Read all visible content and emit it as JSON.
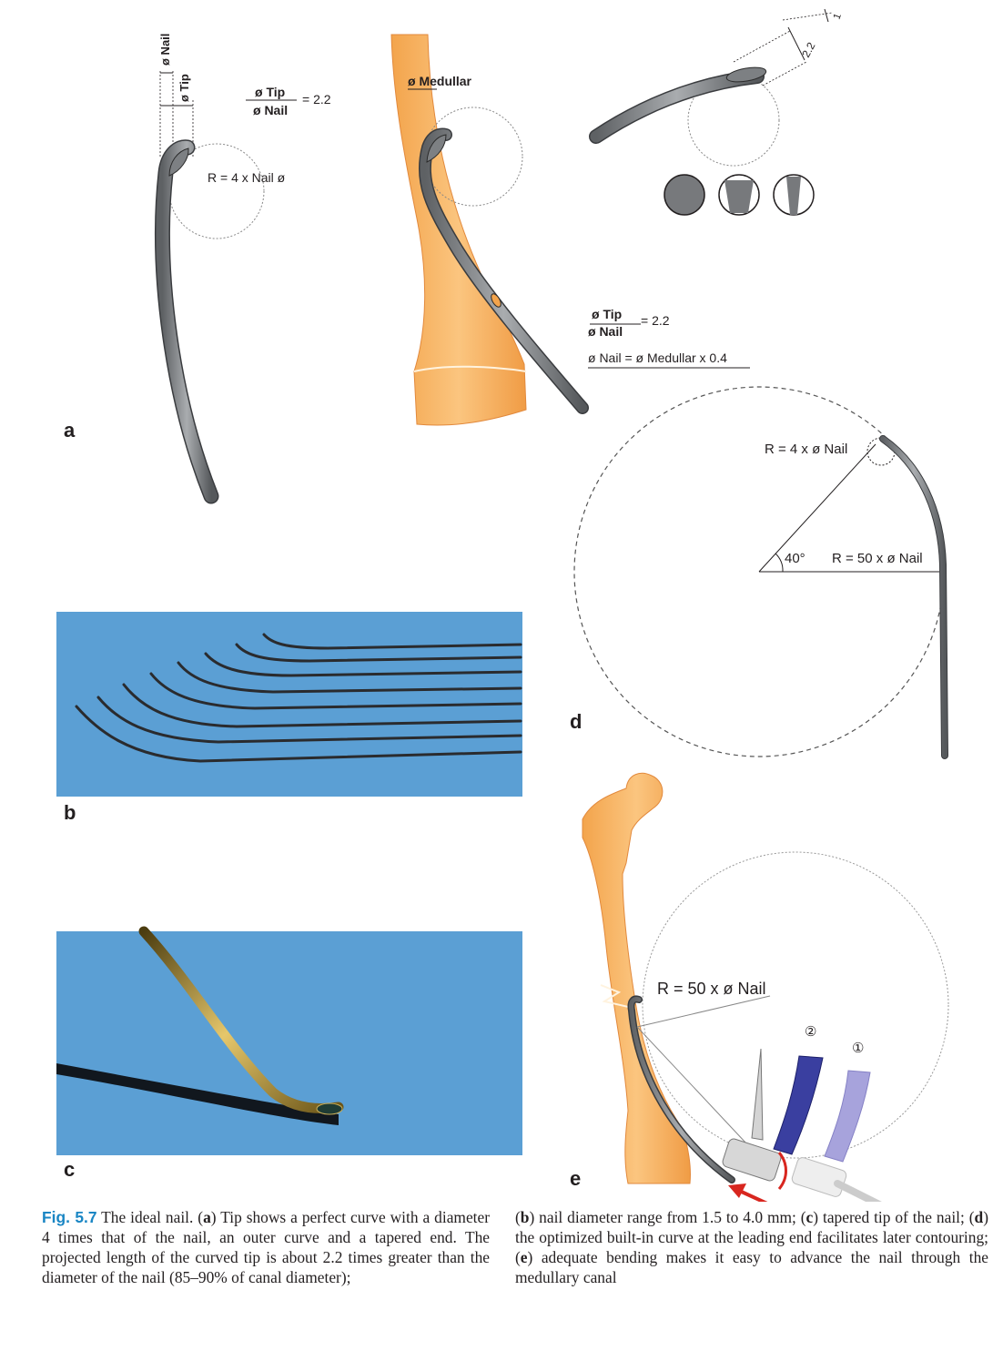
{
  "panels": {
    "a": {
      "label": "a",
      "dim_nail": "ø Nail",
      "dim_tip": "ø Tip",
      "ratio_num": "ø Tip",
      "ratio_den": "ø Nail",
      "ratio_val": "= 2.2",
      "radius": "R = 4 x Nail ø",
      "medullar": "ø Medullar",
      "ratio2_num": "ø Tip",
      "ratio2_den": "ø Nail",
      "ratio2_val": "= 2.2",
      "relation": "ø Nail = ø Medullar x 0.4",
      "dim_22": "2.2",
      "dim_1": "1"
    },
    "b": {
      "label": "b"
    },
    "c": {
      "label": "c"
    },
    "d": {
      "label": "d",
      "r_small": "R = 4 x ø Nail",
      "angle": "40°",
      "r_big": "R = 50 x ø Nail"
    },
    "e": {
      "label": "e",
      "r_big": "R = 50 x ø Nail",
      "marker_2": "②",
      "marker_1": "①"
    }
  },
  "caption": {
    "fig_label": "Fig. 5.7",
    "left_1": " The ideal nail. (",
    "left_a": "a",
    "left_2": ") Tip shows a perfect curve with a diameter 4 times that of the nail, an outer curve and a tapered end. The projected length of the curved tip is about 2.2 times greater than the diameter of the nail (85–90% of canal diameter);",
    "right_open1": "(",
    "right_b": "b",
    "right_1": ") nail diameter range from 1.5 to 4.0 mm; (",
    "right_c": "c",
    "right_2": ") tapered tip of the nail; (",
    "right_d": "d",
    "right_3": ") the optimized built-in curve at the leading end facilitates later contouring; (",
    "right_e": "e",
    "right_4": ") adequate bending makes it easy to advance the nail through the medullary canal"
  },
  "colors": {
    "bone": "#f6b262",
    "bone_dark": "#e8954a",
    "nail": "#7d8083",
    "photo_bg": "#5b9fd4",
    "caption_accent": "#1a86c4",
    "instrument_blue": "#3a3fa0",
    "instrument_light": "#a7a3dc",
    "arrow_red": "#d8261f"
  }
}
